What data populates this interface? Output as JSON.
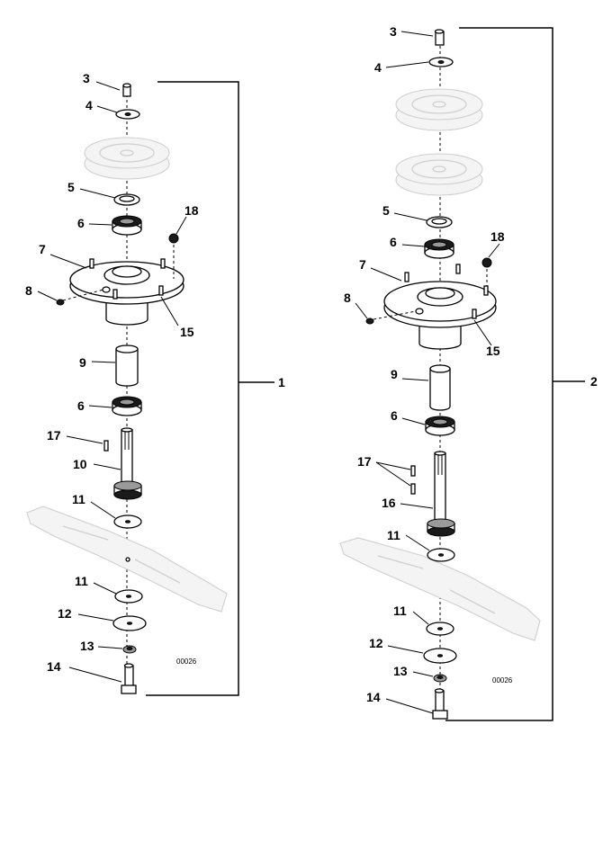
{
  "left_assembly": {
    "callouts": {
      "c3": "3",
      "c4": "4",
      "c5": "5",
      "c6a": "6",
      "c18": "18",
      "c7": "7",
      "c8": "8",
      "c15": "15",
      "c9": "9",
      "c6b": "6",
      "c17": "17",
      "c10": "10",
      "c11a": "11",
      "c11b": "11",
      "c12": "12",
      "c13": "13",
      "c14": "14"
    },
    "assembly_number": "1",
    "drawing_code": "00026"
  },
  "right_assembly": {
    "callouts": {
      "c3": "3",
      "c4": "4",
      "c5": "5",
      "c6a": "6",
      "c18": "18",
      "c7": "7",
      "c8": "8",
      "c15": "15",
      "c9": "9",
      "c6b": "6",
      "c17": "17",
      "c16": "16",
      "c11a": "11",
      "c11b": "11",
      "c12": "12",
      "c13": "13",
      "c14": "14"
    },
    "assembly_number": "2",
    "drawing_code": "00026"
  },
  "icons": [
    "exploded-view-bolt",
    "washer",
    "pulley-ghost",
    "bearing",
    "spindle-housing",
    "spacer-tube",
    "spindle-shaft",
    "mower-blade-ghost",
    "nut"
  ]
}
